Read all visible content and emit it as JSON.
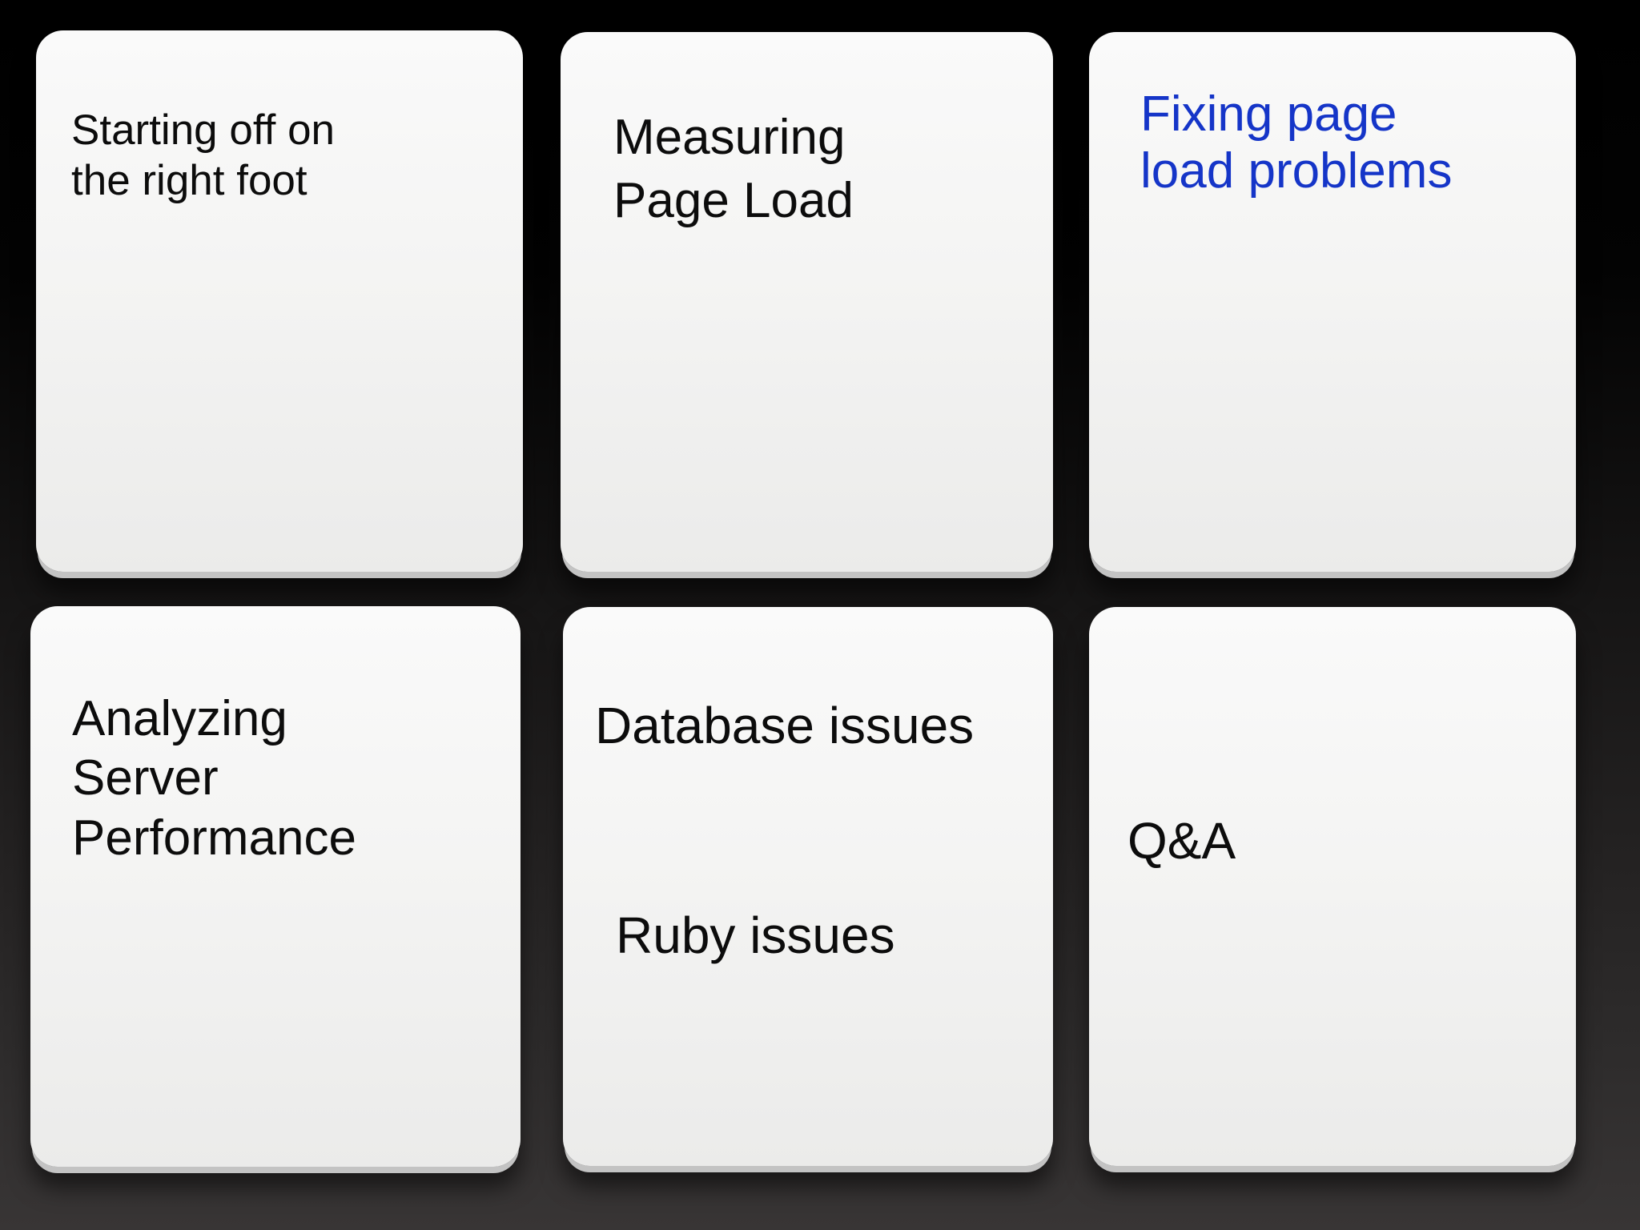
{
  "slide": {
    "cards": [
      {
        "lines": [
          "Starting off on",
          "the right foot"
        ],
        "text_color": "#0c0c0c"
      },
      {
        "lines": [
          "Measuring",
          "Page Load"
        ],
        "text_color": "#0c0c0c"
      },
      {
        "lines": [
          "Fixing page",
          "load problems"
        ],
        "text_color": "#1535c8"
      },
      {
        "lines": [
          "Analyzing",
          "Server",
          "Performance"
        ],
        "text_color": "#0c0c0c"
      },
      {
        "lines": [
          "Database issues",
          "Ruby issues"
        ],
        "text_color": "#0c0c0c"
      },
      {
        "lines": [
          "Q&A"
        ],
        "text_color": "#0c0c0c"
      }
    ],
    "colors": {
      "accent_blue": "#1535c8",
      "card_background": "#f4f4f3",
      "card_edge": "#c3c3c3",
      "background_top": "#000000",
      "background_bottom": "#383535"
    }
  }
}
